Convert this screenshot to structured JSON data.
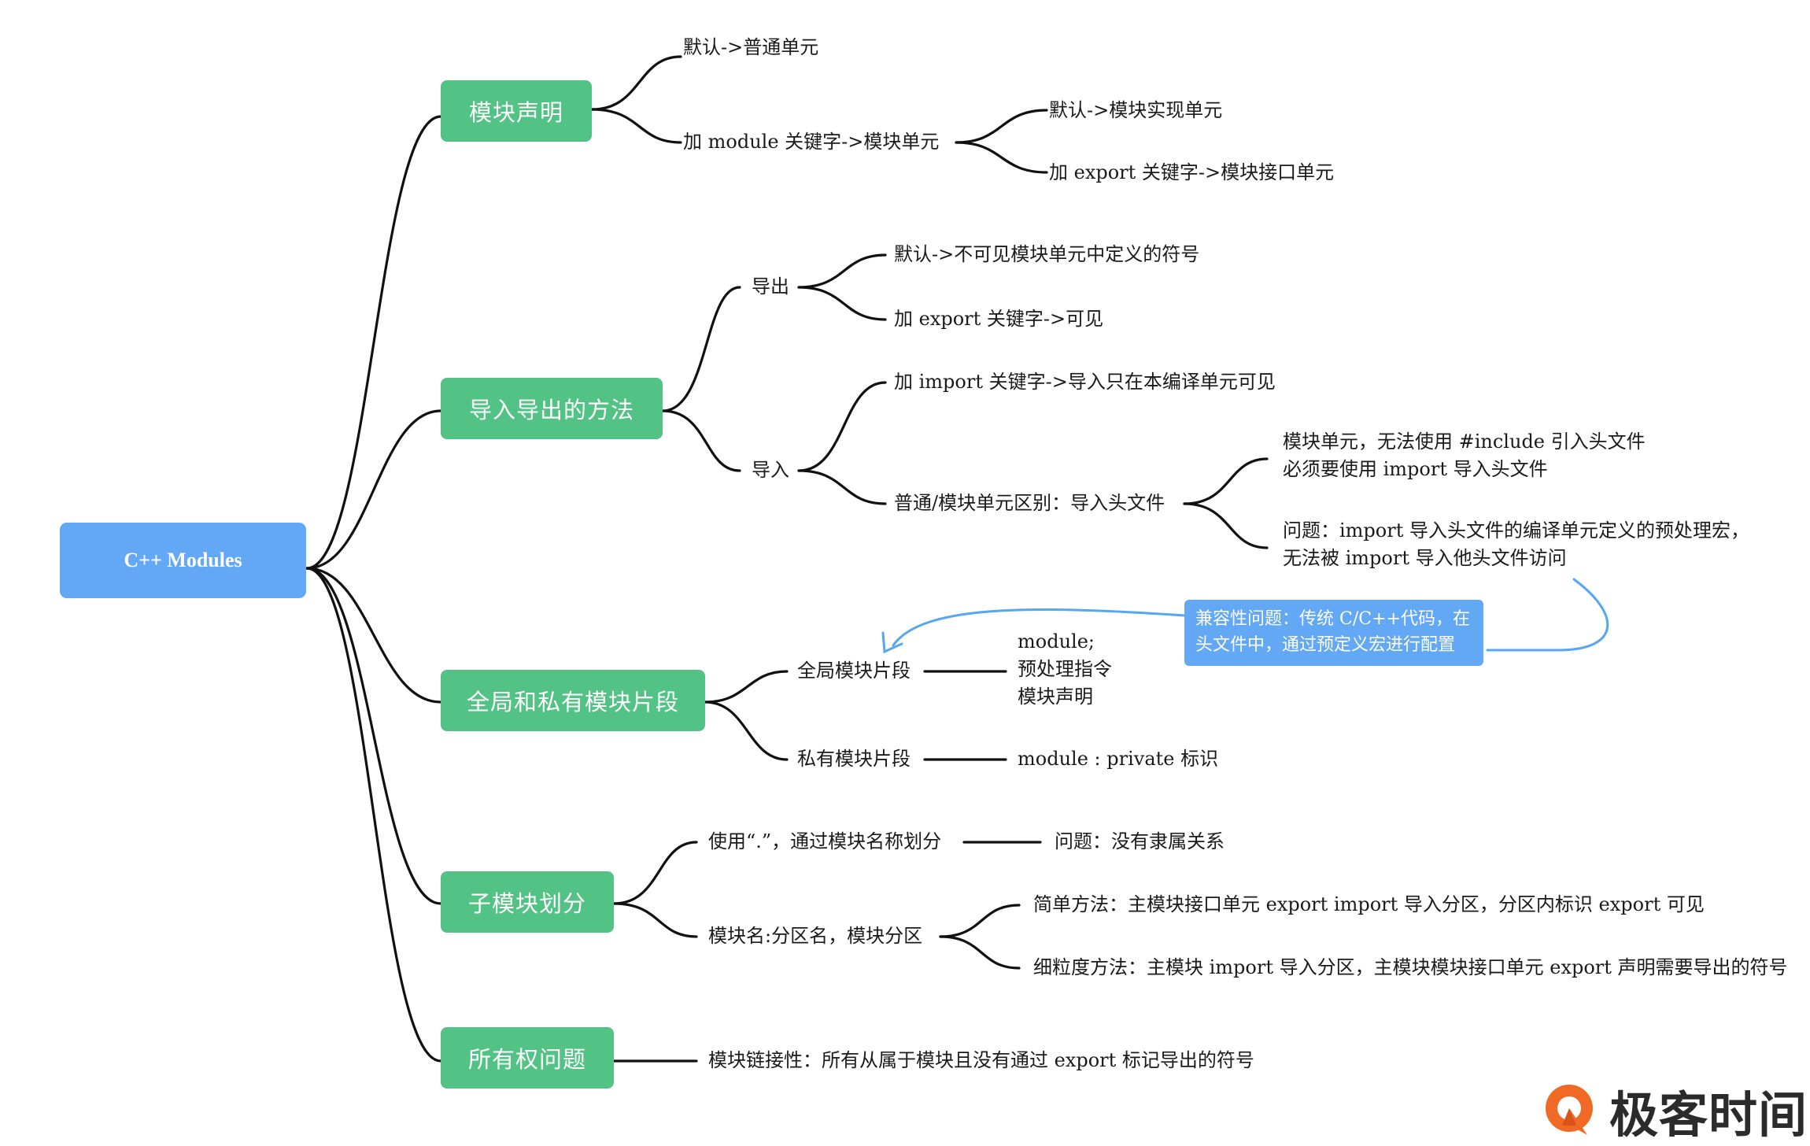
{
  "root": {
    "label": "C++ Modules"
  },
  "decl": {
    "label": "模块声明",
    "default": "默认->普通单元",
    "module_kw": "加 module 关键字->模块单元",
    "impl": "默认->模块实现单元",
    "iface": "加 export 关键字->模块接口单元"
  },
  "io": {
    "label": "导入导出的方法",
    "export": {
      "label": "导出",
      "default": "默认->不可见模块单元中定义的符号",
      "export_kw": "加 export 关键字->可见"
    },
    "import": {
      "label": "导入",
      "import_kw": "加 import 关键字->导入只在本编译单元可见",
      "diff": "普通/模块单元区别：导入头文件",
      "detail1": [
        "模块单元，无法使用 #include 引入头文件",
        "必须要使用 import 导入头文件"
      ],
      "detail2": [
        "问题：import 导入头文件的编译单元定义的预处理宏，",
        "无法被 import 导入他头文件访问"
      ]
    }
  },
  "compat_note": [
    "兼容性问题：传统 C/C++代码，在",
    "头文件中，通过预定义宏进行配置"
  ],
  "fragment": {
    "label": "全局和私有模块片段",
    "global": "全局模块片段",
    "global_items": [
      "module;",
      "预处理指令",
      "模块声明"
    ],
    "private": "私有模块片段",
    "private_item": "module : private 标识"
  },
  "sub": {
    "label": "子模块划分",
    "dot": "使用“.”，通过模块名称划分",
    "dot_issue": "问题：没有隶属关系",
    "partition": "模块名:分区名，模块分区",
    "simple": "简单方法：主模块接口单元 export import 导入分区，分区内标识 export 可见",
    "fine": "细粒度方法：主模块 import 导入分区，主模块模块接口单元 export 声明需要导出的符号"
  },
  "own": {
    "label": "所有权问题",
    "linkage": "模块链接性：所有从属于模块且没有通过 export 标记导出的符号"
  },
  "logo": {
    "text": "极客时间",
    "accent": "#f06a25"
  },
  "colors": {
    "root": "#62a8f5",
    "branch": "#52c285",
    "note": "#62a8f5",
    "line": "#111111"
  }
}
